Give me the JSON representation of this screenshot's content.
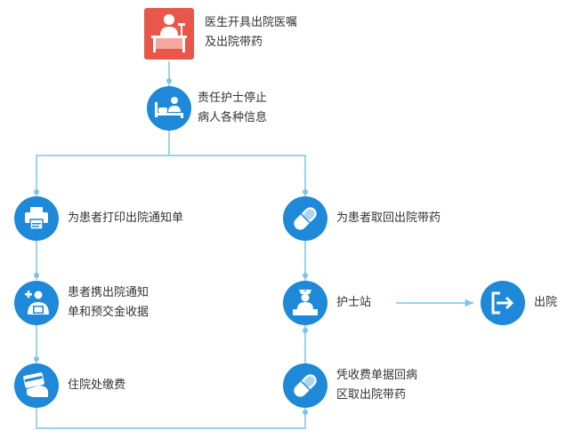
{
  "colors": {
    "line": "#7ec4ea",
    "node": "#1e88d9",
    "start_node": "#e8574a",
    "text": "#333333"
  },
  "nodes": {
    "doctor_order": {
      "icon": "doctor-desk-icon",
      "lines": [
        "医生开具出院医嘱",
        "及出院带药"
      ]
    },
    "nurse_stop": {
      "icon": "nurse-bed-icon",
      "lines": [
        "责任护士停止",
        "病人各种信息"
      ]
    },
    "print_notice": {
      "icon": "printer-icon",
      "lines": [
        "为患者打印出院通知单"
      ]
    },
    "carry_notice": {
      "icon": "patient-document-icon",
      "lines": [
        "患者携出院通知",
        "单和预交金收据"
      ]
    },
    "pay": {
      "icon": "card-payment-icon",
      "lines": [
        "住院处缴费"
      ]
    },
    "fetch_meds": {
      "icon": "pill-icon",
      "lines": [
        "为患者取回出院带药"
      ]
    },
    "nurse_station": {
      "icon": "nurse-station-icon",
      "lines": [
        "护士站"
      ]
    },
    "discharge": {
      "icon": "exit-icon",
      "lines": [
        "出院"
      ]
    },
    "receipt_meds": {
      "icon": "pill-icon",
      "lines": [
        "凭收费单据回病",
        "区取出院带药"
      ]
    }
  }
}
